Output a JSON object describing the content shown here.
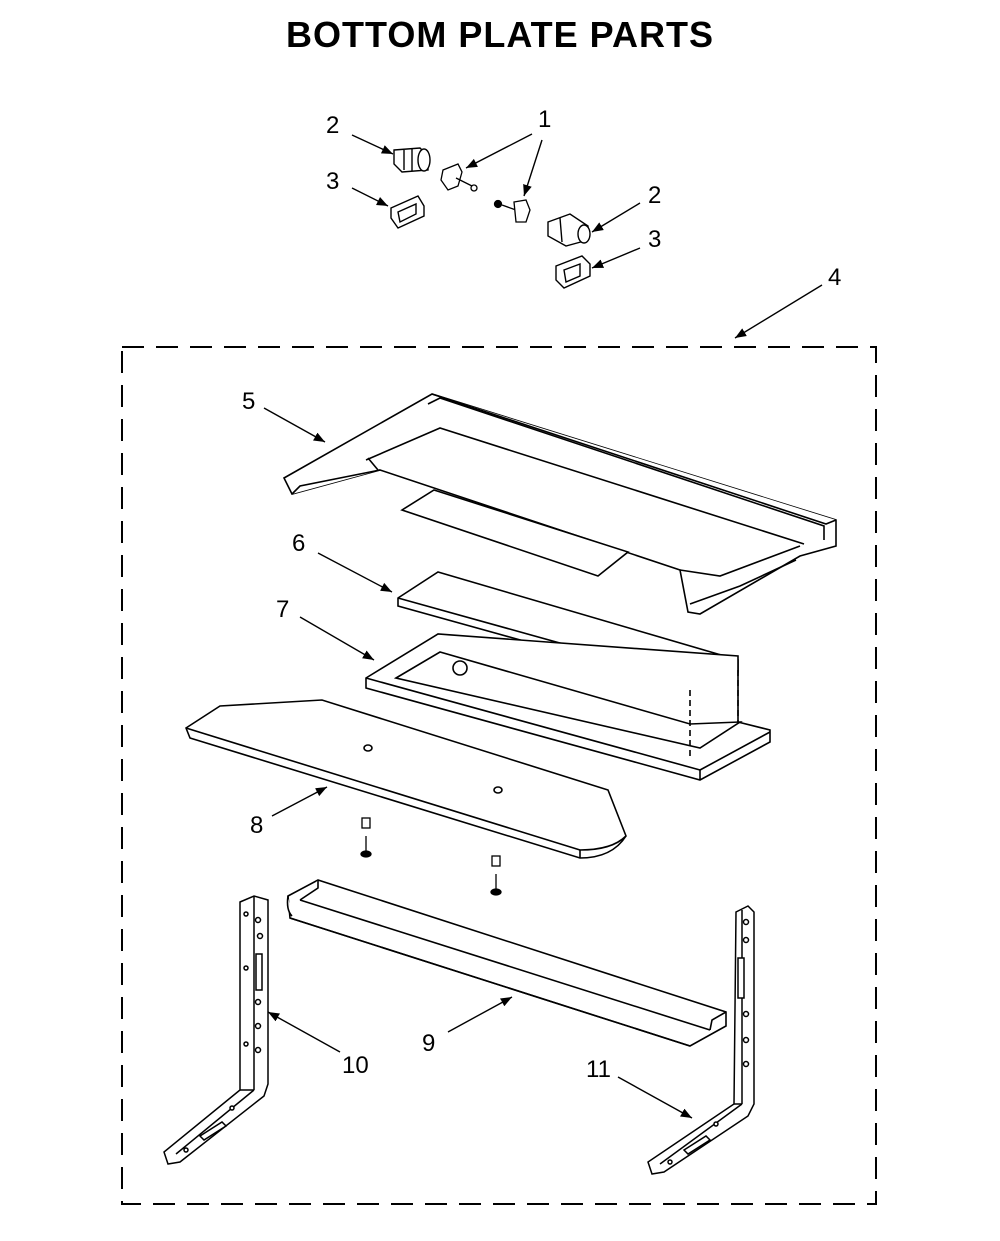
{
  "title": "BOTTOM PLATE PARTS",
  "callouts": {
    "c1": "1",
    "c2a": "2",
    "c2b": "2",
    "c3a": "3",
    "c3b": "3",
    "c4": "4",
    "c5": "5",
    "c6": "6",
    "c7": "7",
    "c8": "8",
    "c9": "9",
    "c10": "10",
    "c11": "11"
  }
}
